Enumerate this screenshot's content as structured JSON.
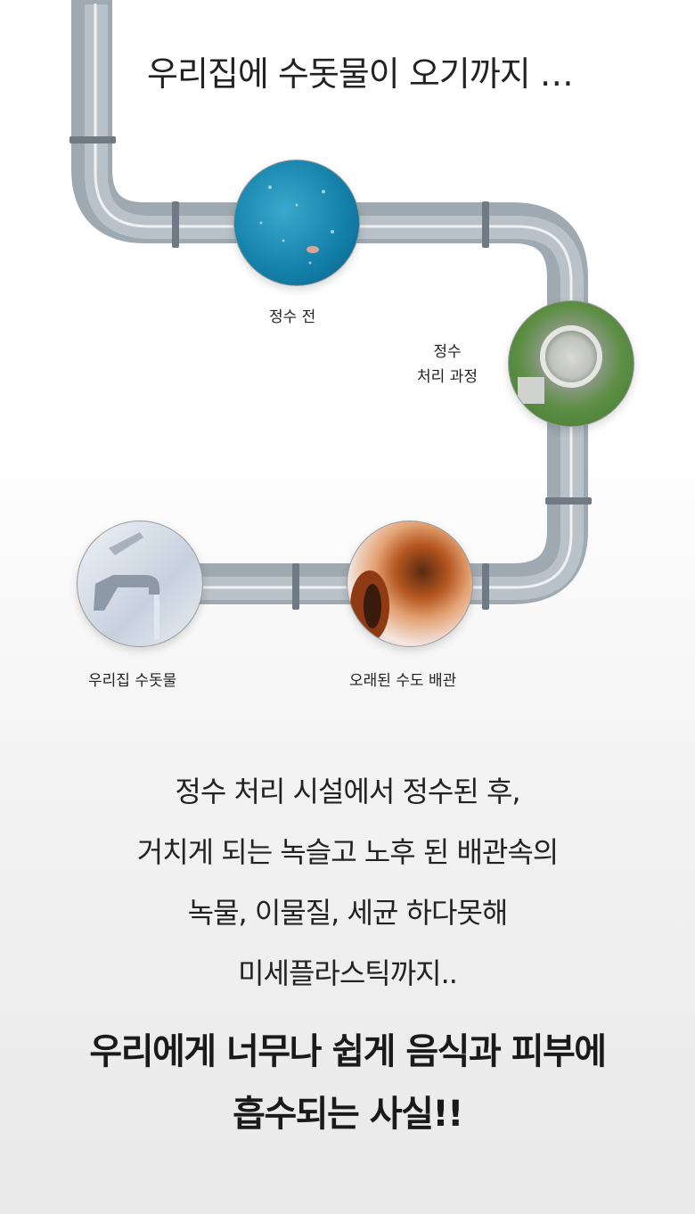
{
  "title": "우리집에 수돗물이 오기까지 …",
  "stages": [
    {
      "label": "정수 전",
      "icon": "murky-water-image"
    },
    {
      "label_line1": "정수",
      "label_line2": "처리 과정",
      "icon": "treatment-plant-image"
    },
    {
      "label": "오래된 수도 배관",
      "icon": "rusty-pipe-image"
    },
    {
      "label": "우리집 수돗물",
      "icon": "faucet-image"
    }
  ],
  "body_lines": [
    "정수 처리 시설에서 정수된 후,",
    "거치게 되는 녹슬고 노후 된 배관속의",
    "녹물, 이물질, 세균 하다못해",
    "미세플라스틱까지.."
  ],
  "emphasis_lines": [
    "우리에게 너무나 쉽게 음식과 피부에",
    "흡수되는 사실!!"
  ],
  "colors": {
    "pipe": "#9ea9b1",
    "pipe_light": "#c9d1d6",
    "pipe_highlight": "#eef1f3",
    "clamp": "#6f7a84"
  }
}
